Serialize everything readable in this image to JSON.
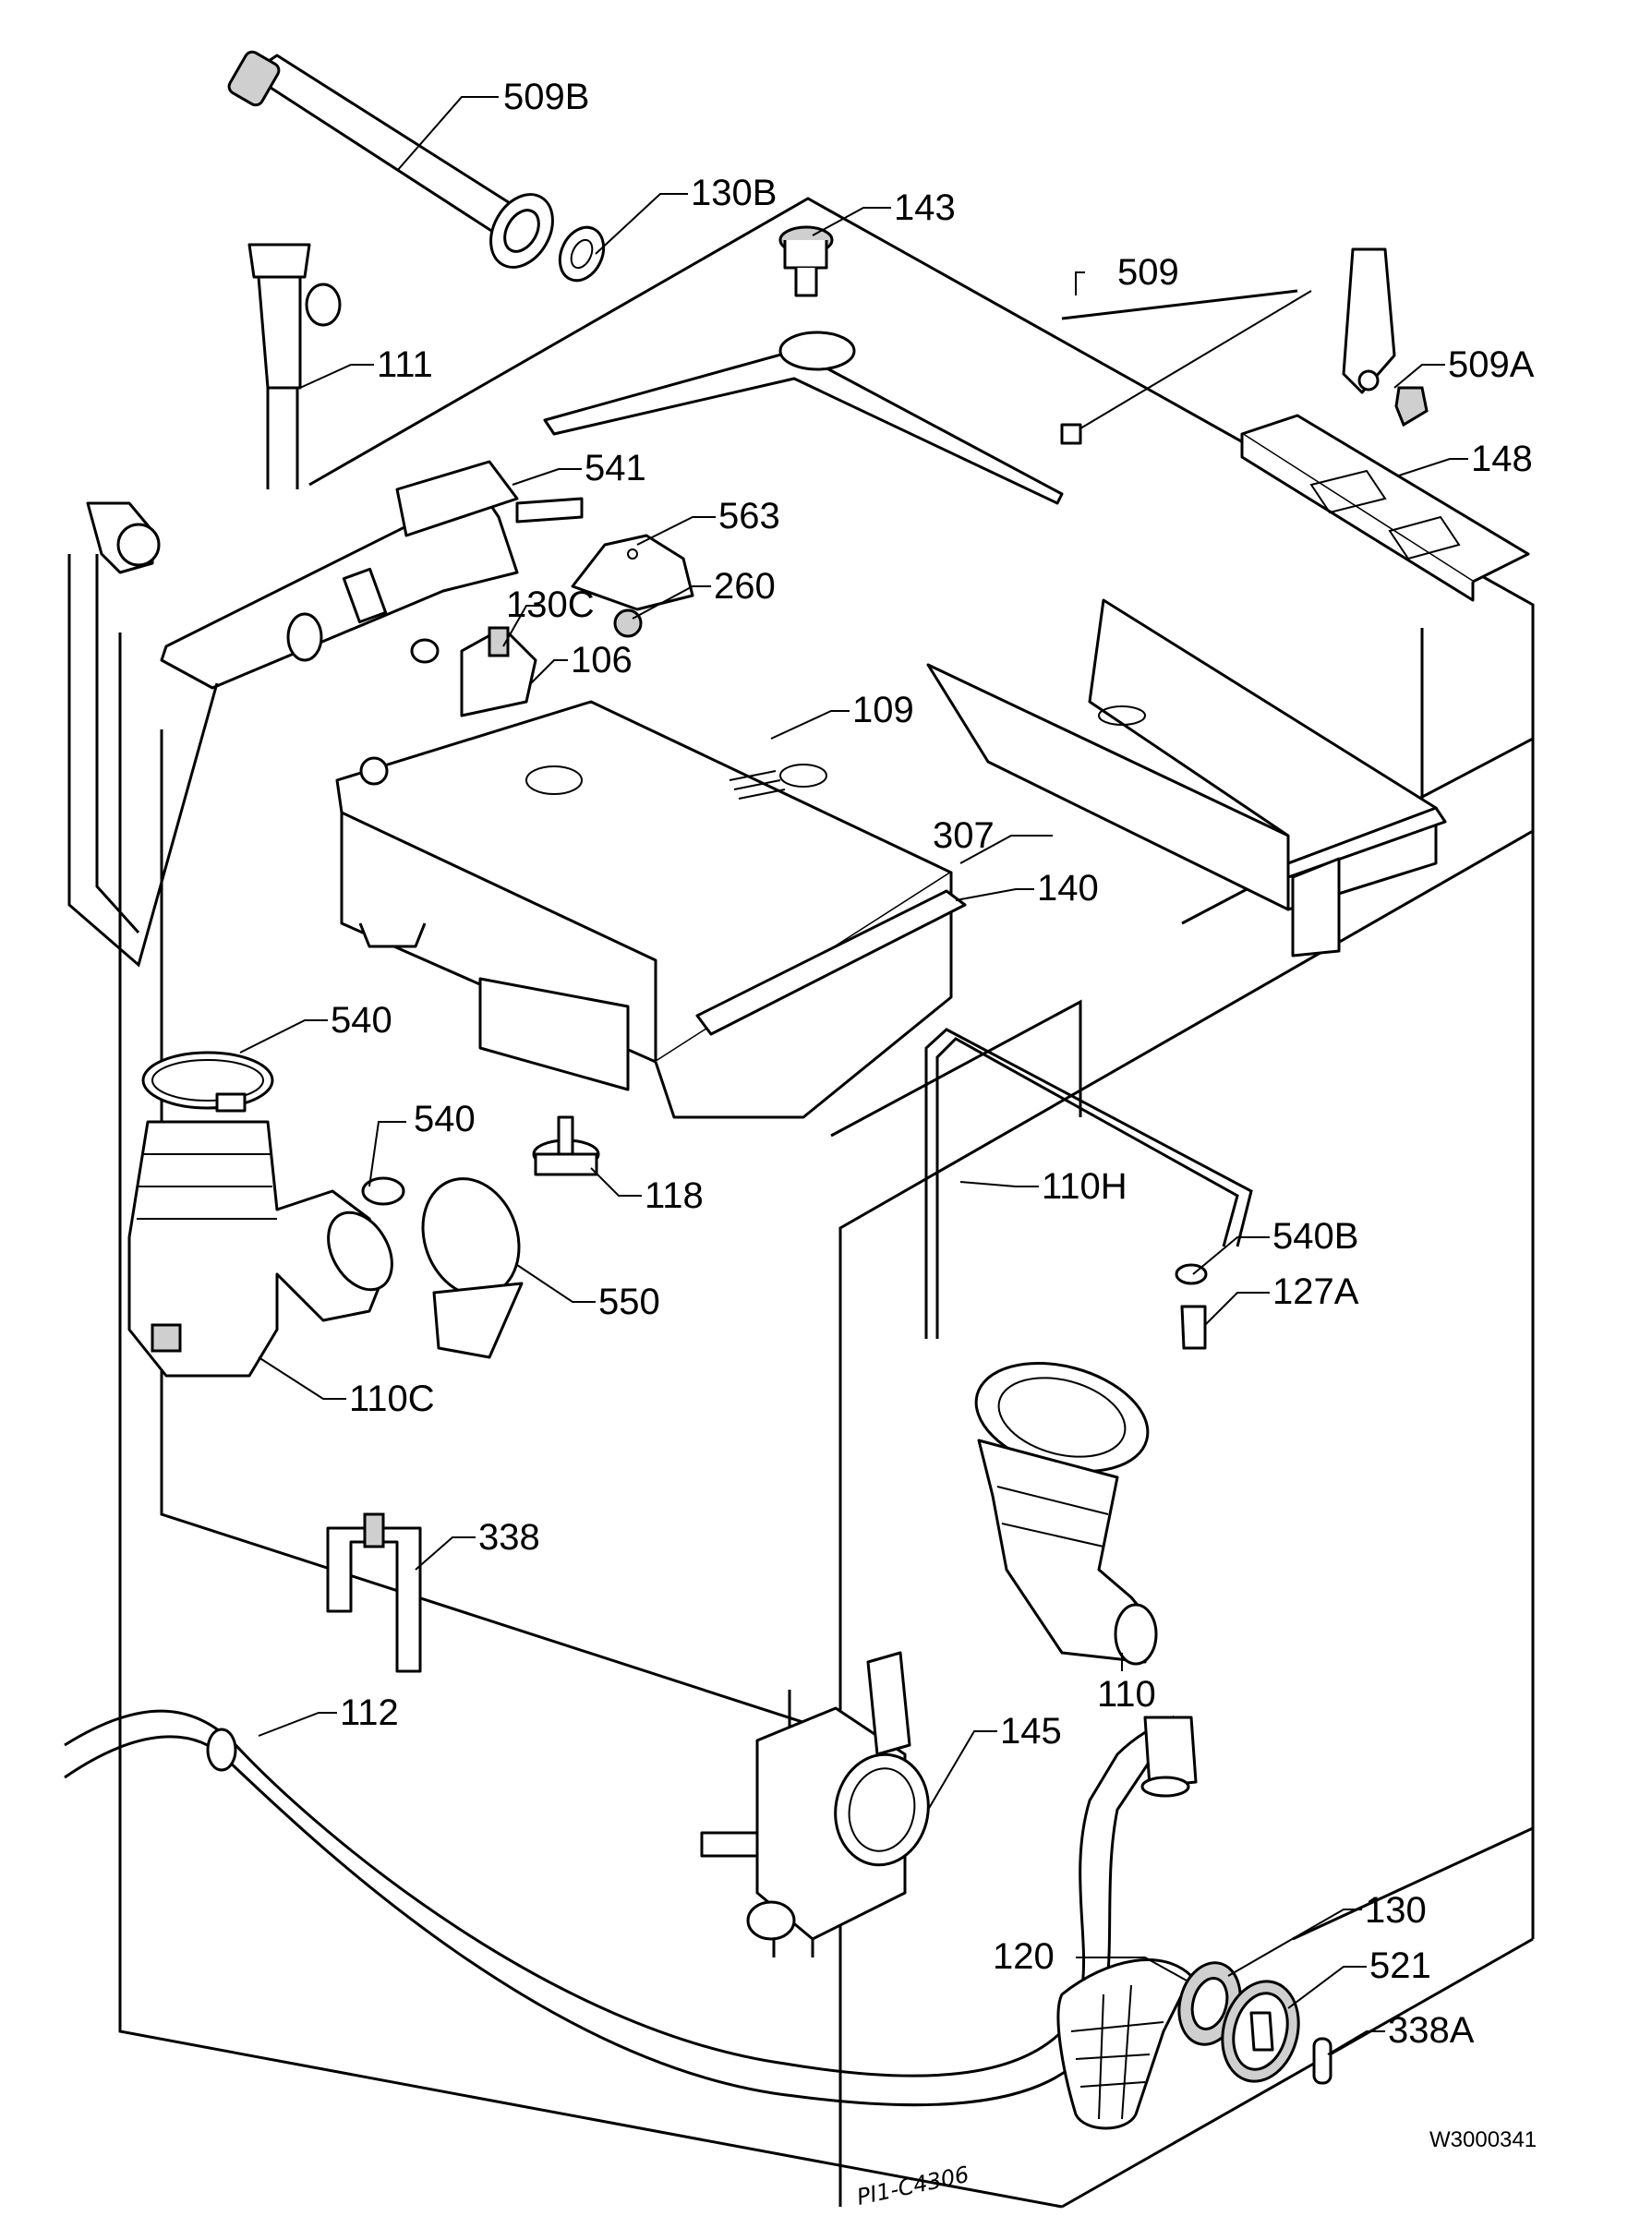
{
  "labels": [
    {
      "id": "509B",
      "text": "509B"
    },
    {
      "id": "130B",
      "text": "130B"
    },
    {
      "id": "143",
      "text": "143"
    },
    {
      "id": "509",
      "text": "509"
    },
    {
      "id": "509A",
      "text": "509A"
    },
    {
      "id": "111",
      "text": "111"
    },
    {
      "id": "541",
      "text": "541"
    },
    {
      "id": "563",
      "text": "563"
    },
    {
      "id": "148",
      "text": "148"
    },
    {
      "id": "260",
      "text": "260"
    },
    {
      "id": "130C",
      "text": "130C"
    },
    {
      "id": "106",
      "text": "106"
    },
    {
      "id": "109",
      "text": "109"
    },
    {
      "id": "307",
      "text": "307"
    },
    {
      "id": "140",
      "text": "140"
    },
    {
      "id": "540a",
      "text": "540"
    },
    {
      "id": "540b",
      "text": "540"
    },
    {
      "id": "118",
      "text": "118"
    },
    {
      "id": "110H",
      "text": "110H"
    },
    {
      "id": "540B",
      "text": "540B"
    },
    {
      "id": "127A",
      "text": "127A"
    },
    {
      "id": "550",
      "text": "550"
    },
    {
      "id": "110C",
      "text": "110C"
    },
    {
      "id": "338",
      "text": "338"
    },
    {
      "id": "110",
      "text": "110"
    },
    {
      "id": "112",
      "text": "112"
    },
    {
      "id": "145",
      "text": "145"
    },
    {
      "id": "130",
      "text": "130"
    },
    {
      "id": "120",
      "text": "120"
    },
    {
      "id": "521",
      "text": "521"
    },
    {
      "id": "338A",
      "text": "338A"
    }
  ],
  "drawing_code": "W3000341",
  "handwritten_note": "PI1-C4306"
}
